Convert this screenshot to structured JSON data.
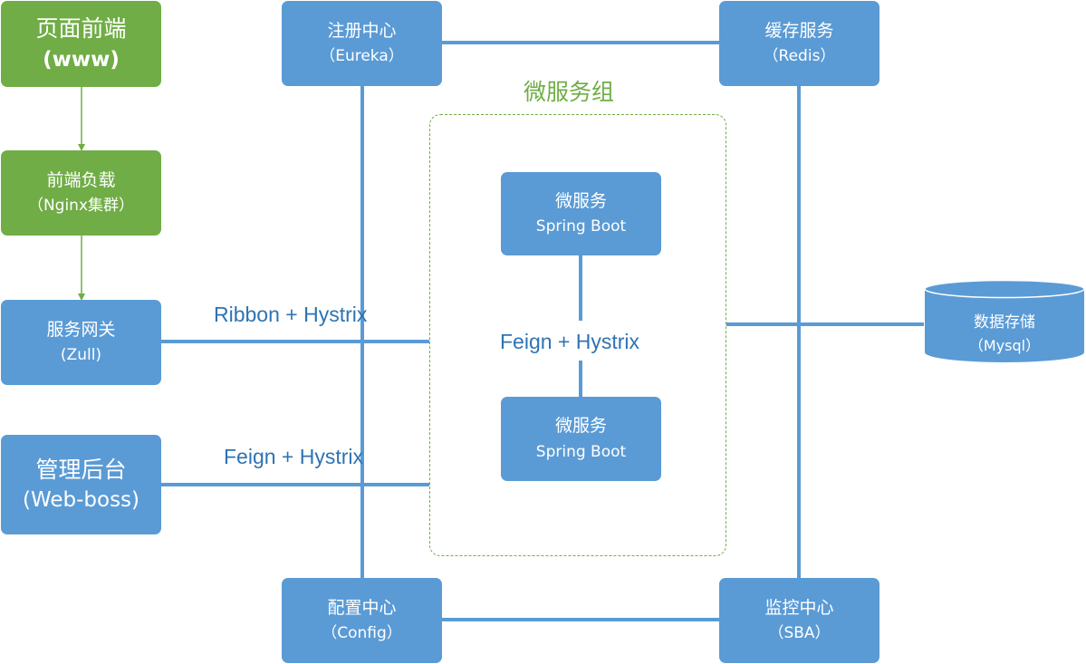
{
  "colors": {
    "node_blue": "#5b9bd5",
    "node_green": "#70ad47",
    "label_blue": "#2e74b5",
    "group_green": "#70ad47"
  },
  "nodes": {
    "frontend": {
      "line1": "页面前端",
      "line2": "(www)"
    },
    "nginx": {
      "line1": "前端负载",
      "line2": "（Nginx集群）"
    },
    "gateway": {
      "line1": "服务网关",
      "line2": "(Zull)"
    },
    "admin": {
      "line1": "管理后台",
      "line2": "(Web-boss)"
    },
    "eureka": {
      "line1": "注册中心",
      "line2": "（Eureka）"
    },
    "redis": {
      "line1": "缓存服务",
      "line2": "（Redis）"
    },
    "config": {
      "line1": "配置中心",
      "line2": "（Config）"
    },
    "sba": {
      "line1": "监控中心",
      "line2": "（SBA）"
    },
    "ms_top": {
      "line1": "微服务",
      "line2": "Spring Boot"
    },
    "ms_bottom": {
      "line1": "微服务",
      "line2": "Spring Boot"
    },
    "mysql": {
      "line1": "数据存储",
      "line2": "（Mysql）"
    }
  },
  "group": {
    "title": "微服务组"
  },
  "labels": {
    "gateway_link": "Ribbon + Hystrix",
    "admin_link": "Feign + Hystrix",
    "inner_link": "Feign + Hystrix"
  }
}
